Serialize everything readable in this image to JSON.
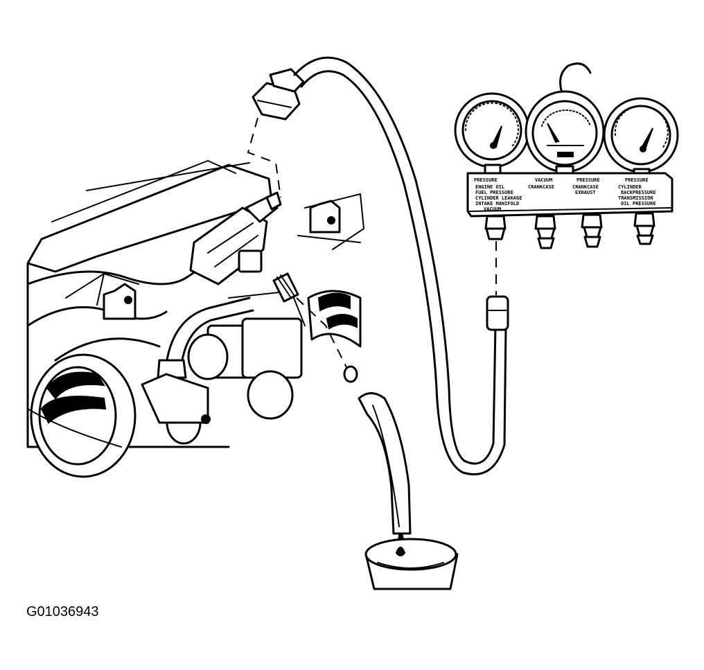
{
  "figure_id": "G01036943",
  "gauge_panel": {
    "column_headers": [
      "PRESSURE",
      "VACUUM",
      "PRESSURE",
      "PRESSURE"
    ],
    "col1": [
      "ENGINE OIL",
      "FUEL PRESSURE",
      "CYLINDER LEAKAGE",
      "INTAKE MANIFOLD",
      "VACUUM"
    ],
    "col2": [
      "CRANKCASE"
    ],
    "col3": [
      "CRANKCASE",
      "EXHAUST"
    ],
    "col4": [
      "CYLINDER",
      "BACKPRESSURE",
      "TRANSMISSION",
      "OIL PRESSURE"
    ]
  }
}
